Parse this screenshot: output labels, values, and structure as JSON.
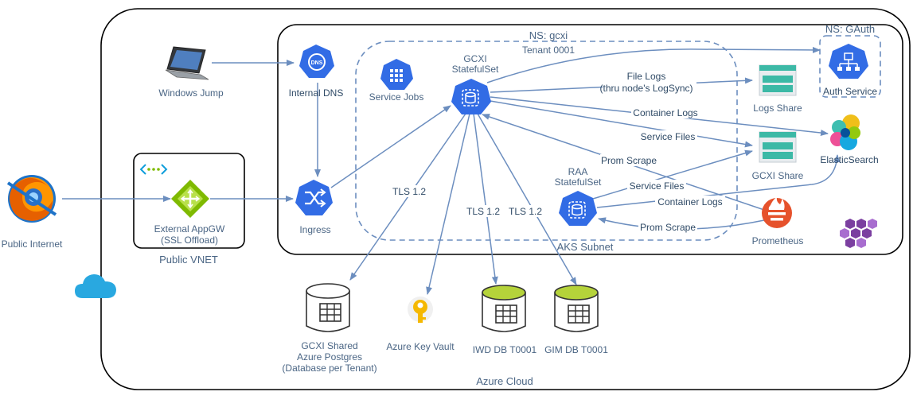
{
  "labels": {
    "public_internet": "Public Internet",
    "windows_jump": "Windows Jump",
    "external_appgw_line1": "External AppGW",
    "external_appgw_line2": "(SSL Offload)",
    "public_vnet": "Public VNET",
    "internal_dns": "Internal DNS",
    "ingress": "Ingress",
    "ns_gcxi": "NS: gcxi",
    "tenant": "Tenant 0001",
    "service_jobs": "Service Jobs",
    "gcxi_statefulset_line1": "GCXI",
    "gcxi_statefulset_line2": "StatefulSet",
    "raa_statefulset_line1": "RAA",
    "raa_statefulset_line2": "StatefulSet",
    "aks_subnet": "AKS Subnet",
    "ns_gauth": "NS: GAuth",
    "auth_service": "Auth Service",
    "logs_share": "Logs Share",
    "gcxi_share": "GCXI Share",
    "elasticsearch": "ElasticSearch",
    "prometheus": "Prometheus",
    "azure_cloud": "Azure Cloud",
    "gcxi_shared_line1": "GCXI Shared",
    "gcxi_shared_line2": "Azure Postgres",
    "gcxi_shared_line3": "(Database per Tenant)",
    "azure_key_vault": "Azure Key Vault",
    "iwd_db": "IWD DB T0001",
    "gim_db": "GIM DB T0001"
  },
  "edge_labels": {
    "file_logs_line1": "File Logs",
    "file_logs_line2": "(thru node's LogSync)",
    "container_logs_gcxi": "Container Logs",
    "service_files_gcxi": "Service Files",
    "prom_scrape_gcxi": "Prom Scrape",
    "service_files_raa": "Service Files",
    "container_logs_raa": "Container Logs",
    "prom_scrape_raa": "Prom Scrape",
    "tls_1": "TLS 1.2",
    "tls_2": "TLS 1.2",
    "tls_3": "TLS 1.2"
  },
  "icons": {
    "browser": "firefox-browser-icon",
    "laptop": "laptop-icon",
    "vnet": "vnet-icon",
    "appgw": "application-gateway-icon",
    "dns": "dns-icon",
    "ingress": "ingress-icon",
    "service_jobs": "kubernetes-jobs-icon",
    "statefulset": "kubernetes-statefulset-icon",
    "auth": "auth-service-icon",
    "share": "file-share-icon",
    "elasticsearch": "elasticsearch-icon",
    "prometheus": "prometheus-icon",
    "aks": "aks-cluster-icon",
    "cloud": "azure-cloud-icon",
    "database": "database-icon",
    "key": "key-vault-icon"
  },
  "colors": {
    "k8s_blue": "#326ce5",
    "line": "#6c8ebf",
    "appgw_green": "#7fba00",
    "db_lime": "#b5d33a",
    "share_teal": "#3cb9a6",
    "prometheus": "#e6522c",
    "cloud": "#29a8e0",
    "aks_purple": "#7b3fa0"
  }
}
